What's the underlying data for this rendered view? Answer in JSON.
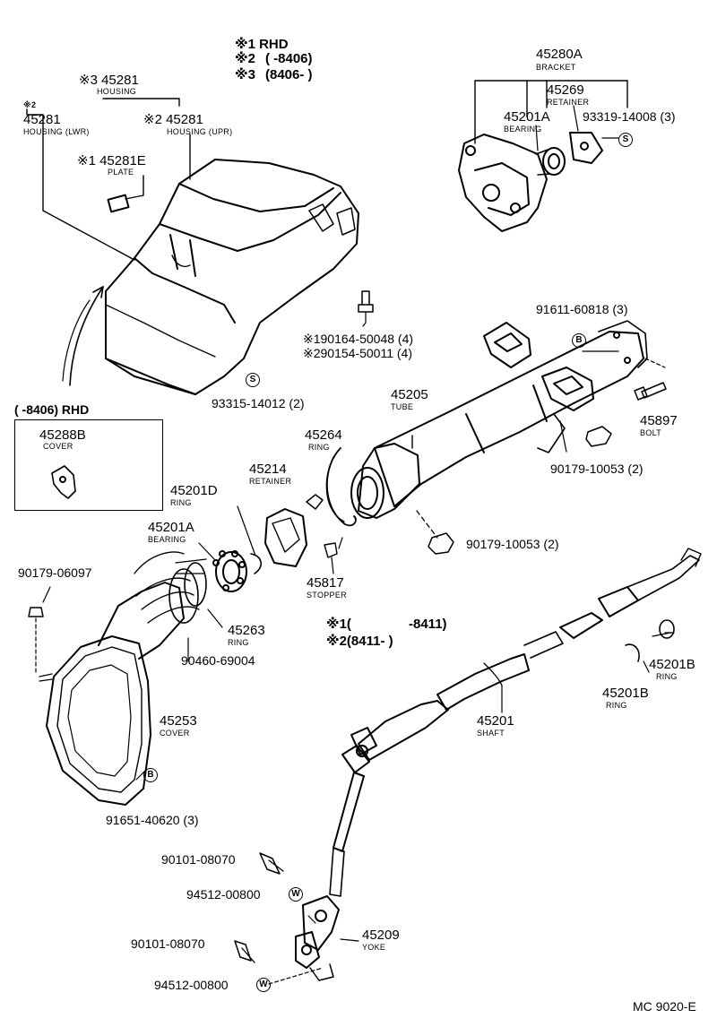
{
  "notes": {
    "n1": "※1 RHD",
    "n2a": "※2",
    "n2b": "(      -8406)",
    "n3a": "※3",
    "n3b": "(8406-      )",
    "n4a": "※1(",
    "n4b": "-8411)",
    "n5": "※2(8411-      )"
  },
  "rhd_box_title": "(       -8406) RHD",
  "parts": {
    "p45281_top": {
      "num": "※3 45281",
      "name": "HOUSING"
    },
    "p45281_lwr": {
      "num": "45281",
      "name": "HOUSING (LWR)",
      "mark": "※2"
    },
    "p45281_upr": {
      "num": "※2 45281",
      "name": "HOUSING (UPR)"
    },
    "p45281e": {
      "num": "※1 45281E",
      "name": "PLATE"
    },
    "p45280a": {
      "num": "45280A",
      "name": "BRACKET"
    },
    "p45269": {
      "num": "45269",
      "name": "RETAINER"
    },
    "p45201a_top": {
      "num": "45201A",
      "name": "BEARING"
    },
    "p93319": {
      "num": "93319-14008 (3)"
    },
    "p90164": {
      "num": "※190164-50048 (4)"
    },
    "p90154": {
      "num": "※290154-50011 (4)"
    },
    "p91611": {
      "num": "91611-60818 (3)"
    },
    "p93315": {
      "num": "93315-14012 (2)"
    },
    "p45205": {
      "num": "45205",
      "name": "TUBE"
    },
    "p45897": {
      "num": "45897",
      "name": "BOLT"
    },
    "p45288b": {
      "num": "45288B",
      "name": "COVER"
    },
    "p45264": {
      "num": "45264",
      "name": "RING"
    },
    "p90179_a": {
      "num": "90179-10053 (2)"
    },
    "p45214": {
      "num": "45214",
      "name": "RETAINER"
    },
    "p45201d": {
      "num": "45201D",
      "name": "RING"
    },
    "p45201a_mid": {
      "num": "45201A",
      "name": "BEARING"
    },
    "p90179_b": {
      "num": "90179-10053 (2)"
    },
    "p90179_06097": {
      "num": "90179-06097"
    },
    "p45817": {
      "num": "45817",
      "name": "STOPPER"
    },
    "p45263": {
      "num": "45263",
      "name": "RING"
    },
    "p90460": {
      "num": "90460-69004"
    },
    "p45201b_r": {
      "num": "45201B",
      "name": "RING"
    },
    "p45201b_l": {
      "num": "45201B",
      "name": "RING"
    },
    "p45253": {
      "num": "45253",
      "name": "COVER"
    },
    "p45201": {
      "num": "45201",
      "name": "SHAFT"
    },
    "p91651": {
      "num": "91651-40620 (3)"
    },
    "p90101_a": {
      "num": "90101-08070"
    },
    "p94512_a": {
      "num": "94512-00800"
    },
    "p45209": {
      "num": "45209",
      "name": "YOKE"
    },
    "p90101_b": {
      "num": "90101-08070"
    },
    "p94512_b": {
      "num": "94512-00800"
    }
  },
  "symbols": {
    "s": "S",
    "b": "B",
    "w": "W"
  },
  "diagram_code": "MC 9020-E"
}
